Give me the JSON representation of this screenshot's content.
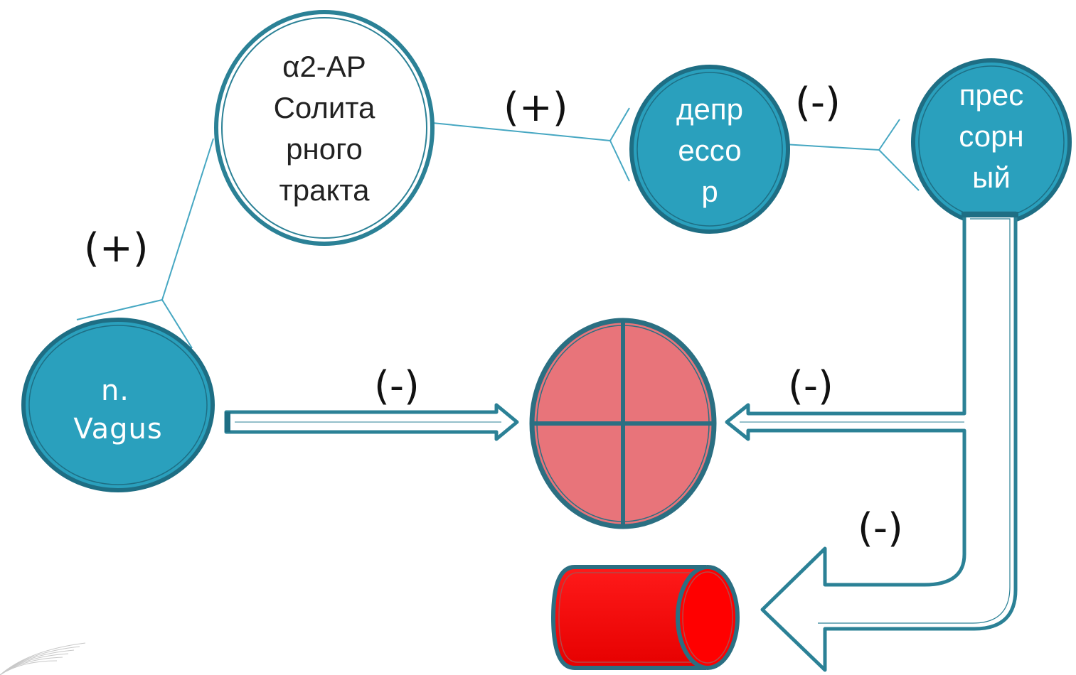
{
  "nodes": {
    "alpha2": {
      "lines": [
        "α2-АР",
        "Солита",
        "рного",
        "тракта"
      ]
    },
    "depressor": {
      "lines": [
        "депр",
        "ессо",
        "р"
      ]
    },
    "pressor": {
      "lines": [
        "прес",
        "сорн",
        "ый"
      ]
    },
    "vagus": {
      "lines": [
        "n.",
        "Vagus"
      ]
    }
  },
  "signs": {
    "alpha2_to_depressor": "(+)",
    "depressor_to_pressor": "(-)",
    "vagus_to_alpha2": "(+)",
    "vagus_to_heart": "(-)",
    "pressor_to_heart": "(-)",
    "pressor_to_vessel": "(-)"
  },
  "colors": {
    "teal": "#2aa0bd",
    "teal_dark": "#1e6e84",
    "heart": "#e8747a",
    "vessel": "#ff0000",
    "line": "#46a7c2"
  }
}
